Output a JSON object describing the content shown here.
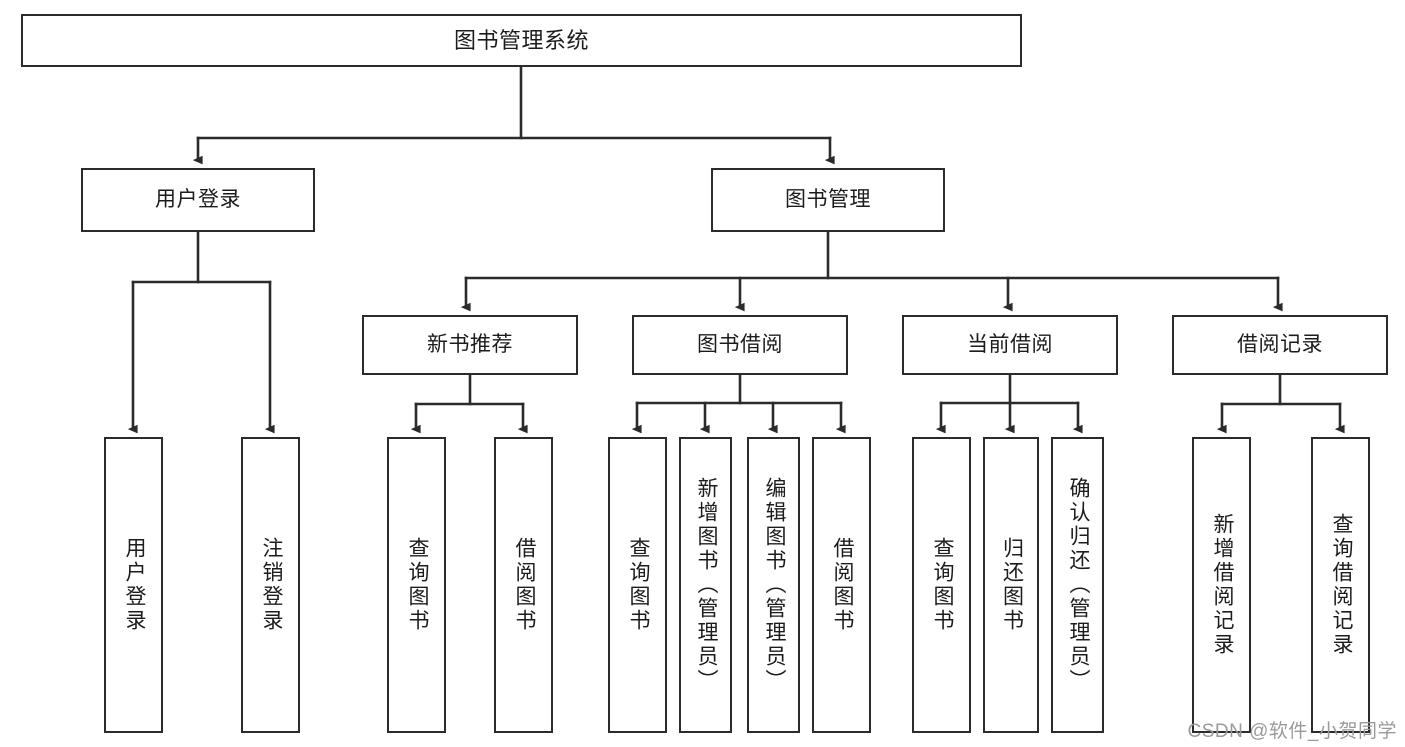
{
  "diagram": {
    "title": "图书管理系统",
    "type": "hierarchy-tree",
    "levels": 4,
    "colors": {
      "node_border": "#2b2b2b",
      "node_fill": "#ffffff",
      "edge": "#2b2b2b",
      "text": "#1c1c1c",
      "watermark": "#9a9a9a"
    },
    "root": {
      "label": "图书管理系统"
    },
    "level2": [
      {
        "label": "用户登录"
      },
      {
        "label": "图书管理"
      }
    ],
    "level3": [
      {
        "label": "新书推荐"
      },
      {
        "label": "图书借阅"
      },
      {
        "label": "当前借阅"
      },
      {
        "label": "借阅记录"
      }
    ],
    "leaves": {
      "user_login": [
        {
          "label": "用户登录"
        },
        {
          "label": "注销登录"
        }
      ],
      "new_book_recommend": [
        {
          "label": "查询图书"
        },
        {
          "label": "借阅图书"
        }
      ],
      "book_borrow": [
        {
          "label": "查询图书"
        },
        {
          "label": "新增图书（管理员）"
        },
        {
          "label": "编辑图书（管理员）"
        },
        {
          "label": "借阅图书"
        }
      ],
      "current_borrow": [
        {
          "label": "查询图书"
        },
        {
          "label": "归还图书"
        },
        {
          "label": "确认归还（管理员）"
        }
      ],
      "borrow_record": [
        {
          "label": "新增借阅记录"
        },
        {
          "label": "查询借阅记录"
        }
      ]
    }
  },
  "watermark": {
    "text": "CSDN @软件_小贺同学"
  }
}
